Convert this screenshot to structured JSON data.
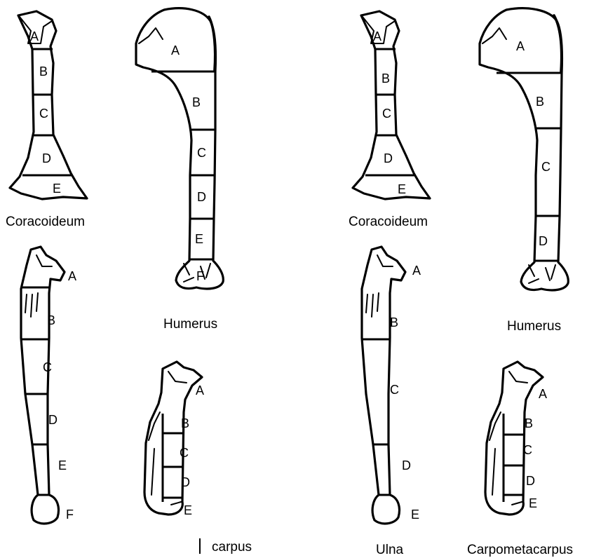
{
  "left_panel": {
    "coracoideum": {
      "name": "Coracoideum",
      "segments": [
        "A",
        "B",
        "C",
        "D",
        "E"
      ]
    },
    "humerus": {
      "name": "Humerus",
      "segments": [
        "A",
        "B",
        "C",
        "D",
        "E",
        "F"
      ]
    },
    "ulna": {
      "segments": [
        "A",
        "B",
        "C",
        "D",
        "E",
        "F"
      ]
    },
    "carpometacarpus": {
      "name_visible": "carpus",
      "segments": [
        "A",
        "B",
        "C",
        "D",
        "E"
      ]
    }
  },
  "right_panel": {
    "coracoideum": {
      "name": "Coracoideum",
      "segments": [
        "A",
        "B",
        "C",
        "D",
        "E"
      ]
    },
    "humerus": {
      "name": "Humerus",
      "segments": [
        "A",
        "B",
        "C",
        "D"
      ]
    },
    "ulna": {
      "name": "Ulna",
      "segments": [
        "A",
        "B",
        "C",
        "D",
        "E"
      ]
    },
    "carpometacarpus": {
      "name": "Carpometacarpus",
      "segments": [
        "A",
        "B",
        "C",
        "D",
        "E"
      ]
    }
  }
}
